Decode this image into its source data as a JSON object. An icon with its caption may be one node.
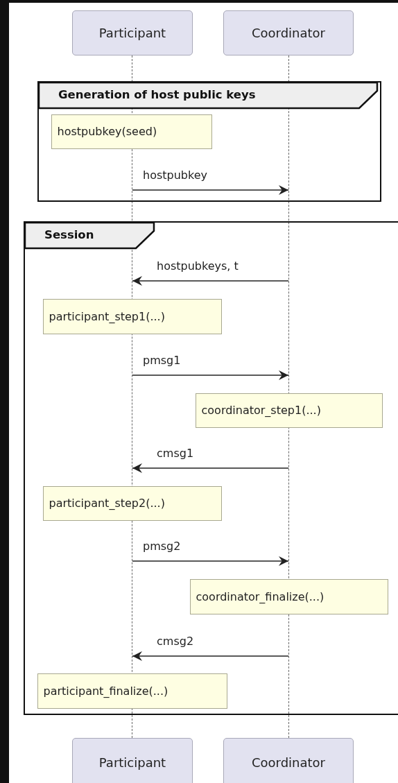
{
  "diagram": {
    "nodes": [
      {
        "text": [
          "Participant"
        ]
      },
      {
        "text": [
          "Coordinator"
        ]
      },
      {
        "text": [],
        "shape": "line"
      },
      {
        "text": [],
        "shape": "line"
      },
      {
        "text": [
          "Generation of host public keys"
        ]
      },
      {
        "text": [
          "hostpubkey(seed)"
        ],
        "in": 4
      },
      {
        "text": [
          "Session"
        ]
      },
      {
        "text": [
          "participant_step1(...)"
        ],
        "in": 6
      },
      {
        "text": [
          "coordinator_step1(...)"
        ],
        "in": 6
      },
      {
        "text": [
          "participant_step2(...)"
        ],
        "in": 6
      },
      {
        "text": [
          "coordinator_finalize(...)"
        ],
        "in": 6
      },
      {
        "text": [
          "participant_finalize(...)"
        ],
        "in": 6
      },
      {
        "text": [
          "Participant"
        ]
      },
      {
        "text": [
          "Coordinator"
        ]
      }
    ],
    "edges": [
      {
        "from": 2,
        "to": 3,
        "arrow": "to",
        "label": "hostpubkey"
      },
      {
        "from": 3,
        "to": 2,
        "arrow": "to",
        "label": "hostpubkeys, t"
      },
      {
        "from": 2,
        "to": 3,
        "arrow": "to",
        "label": "pmsg1"
      },
      {
        "from": 3,
        "to": 2,
        "arrow": "to",
        "label": "cmsg1"
      },
      {
        "from": 2,
        "to": 3,
        "arrow": "to",
        "label": "pmsg2"
      },
      {
        "from": 3,
        "to": 2,
        "arrow": "to",
        "label": "cmsg2"
      }
    ]
  }
}
